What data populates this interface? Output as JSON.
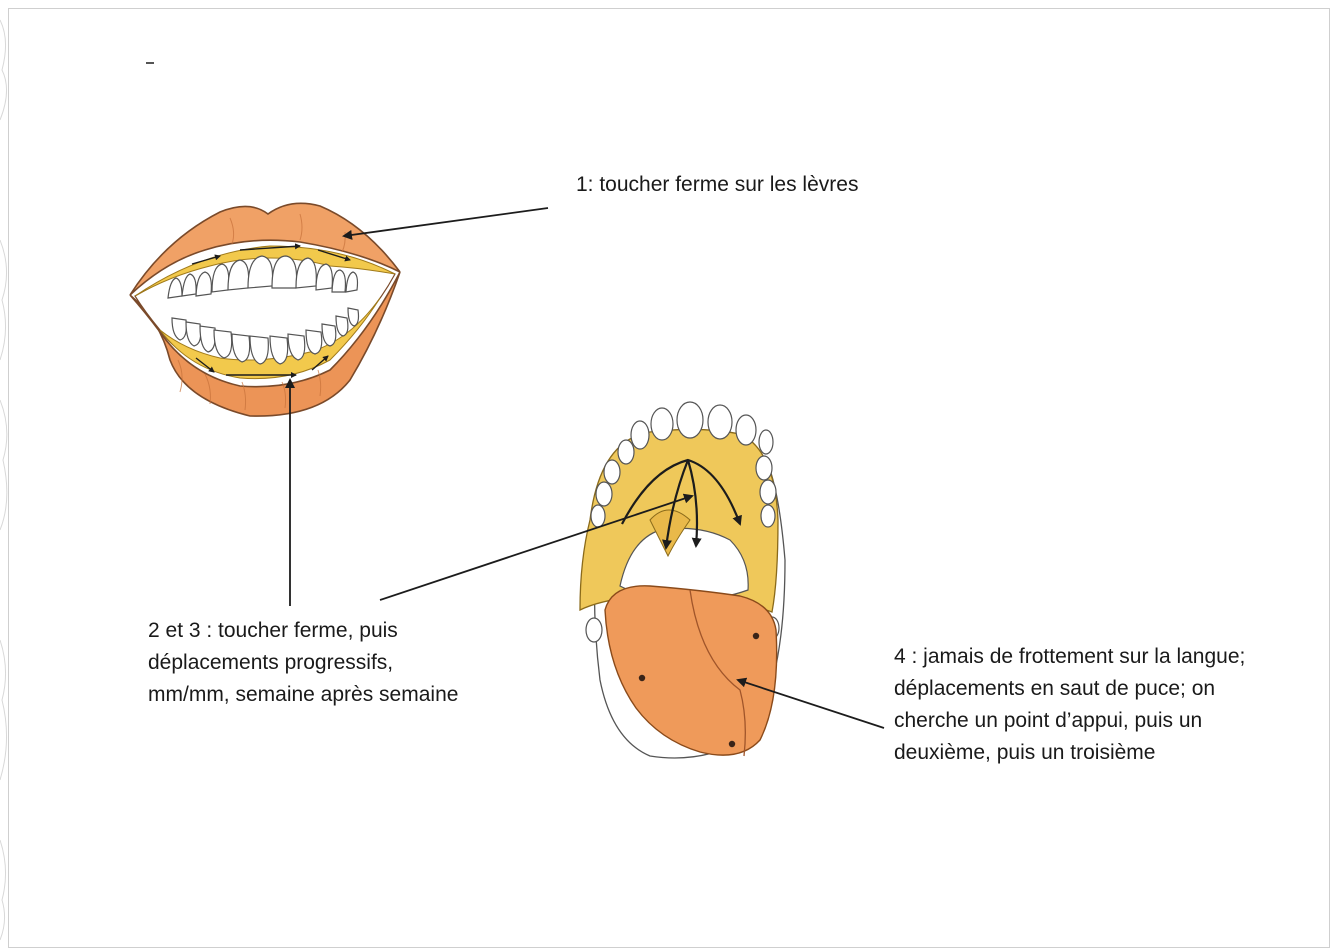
{
  "annotations": {
    "lips": "1: toucher ferme sur les lèvres",
    "gums": "2 et 3 : toucher ferme, puis déplacements progressifs, mm/mm, semaine après semaine",
    "tongue": "4 : jamais de frottement sur la langue; déplacements en saut de puce; on cherche un point d’appui, puis un deuxième, puis un troisième"
  },
  "colors": {
    "lips": "#f0a166",
    "lips_shade": "#e8894a",
    "gums": "#f2c94c",
    "palate": "#efc85a",
    "tongue": "#ef9a5a",
    "teeth": "#ffffff",
    "line": "#1c1c1c"
  },
  "icons": [
    "mouth-illustration",
    "palate-tongue-illustration",
    "arrow"
  ]
}
